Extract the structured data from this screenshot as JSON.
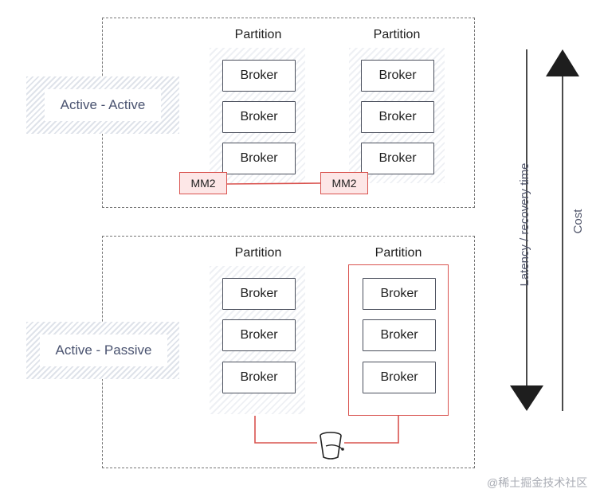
{
  "modes": [
    {
      "label": "Active - Active",
      "partitions": [
        {
          "title": "Partition",
          "brokers": [
            "Broker",
            "Broker",
            "Broker"
          ],
          "highlighted": false
        },
        {
          "title": "Partition",
          "brokers": [
            "Broker",
            "Broker",
            "Broker"
          ],
          "highlighted": false
        }
      ],
      "mm2": [
        "MM2",
        "MM2"
      ]
    },
    {
      "label": "Active - Passive",
      "partitions": [
        {
          "title": "Partition",
          "brokers": [
            "Broker",
            "Broker",
            "Broker"
          ],
          "highlighted": false
        },
        {
          "title": "Partition",
          "brokers": [
            "Broker",
            "Broker",
            "Broker"
          ],
          "highlighted": true
        }
      ],
      "backup_icon": "bucket-icon"
    }
  ],
  "axes": {
    "latency_label": "Latency / recovery time",
    "cost_label": "Cost"
  },
  "watermark": "@稀土掘金技术社区",
  "colors": {
    "accent_red": "#d9534f",
    "box_border": "#4a4f5c",
    "label_text": "#4a5370"
  }
}
